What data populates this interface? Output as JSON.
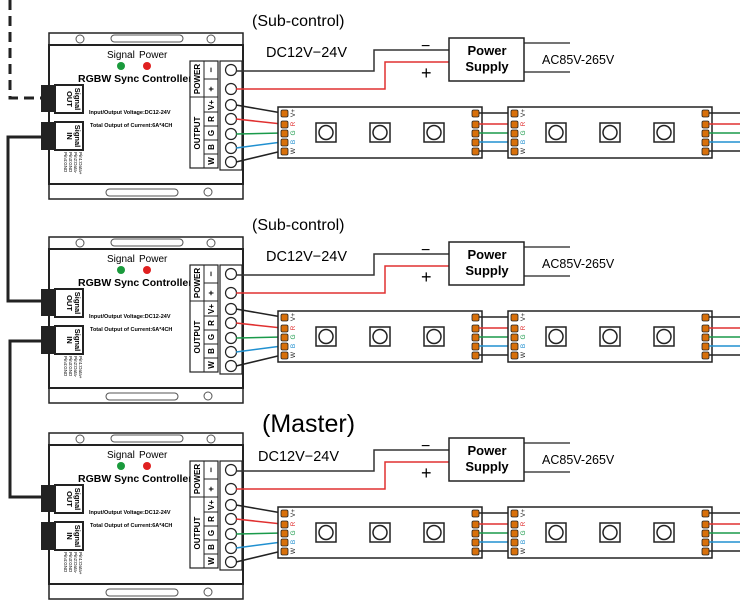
{
  "units": [
    {
      "title": "(Sub-control)",
      "role": "sub"
    },
    {
      "title": "(Sub-control)",
      "role": "sub"
    },
    {
      "title": "(Master)",
      "role": "master"
    }
  ],
  "controller": {
    "signal_label": "Signal",
    "power_label": "Power",
    "name": "RGBW Sync Controller",
    "signal_out": [
      "Signal",
      "OUT"
    ],
    "signal_in": [
      "Signal",
      "IN"
    ],
    "voltage_spec": "Input/Output Voltage:DC12-24V",
    "current_spec": "Total Output of Current:6A*4CH",
    "pins": [
      "Pin1:Data+",
      "Pin2:Data-",
      "Pin3:GND",
      "Pin4:GND"
    ],
    "power_header": "POWER",
    "output_header": "OUTPUT",
    "power_terms": [
      "−",
      "+"
    ],
    "output_terms": [
      "V+",
      "R",
      "G",
      "B",
      "W"
    ]
  },
  "dc_label": "DC12V−24V",
  "minus": "−",
  "plus": "+",
  "power_supply": [
    "Power",
    "Supply"
  ],
  "ac_label": "AC85V-265V",
  "strip_labels": [
    "V+",
    "R",
    "G",
    "B",
    "W"
  ],
  "colors": {
    "signal_led": "#1a9a3c",
    "power_led": "#e02020",
    "wire_black": "#222222",
    "wire_red": "#e03030",
    "wire_green": "#1a9a4a",
    "wire_blue": "#2090d0",
    "pad": "#d8700a"
  }
}
